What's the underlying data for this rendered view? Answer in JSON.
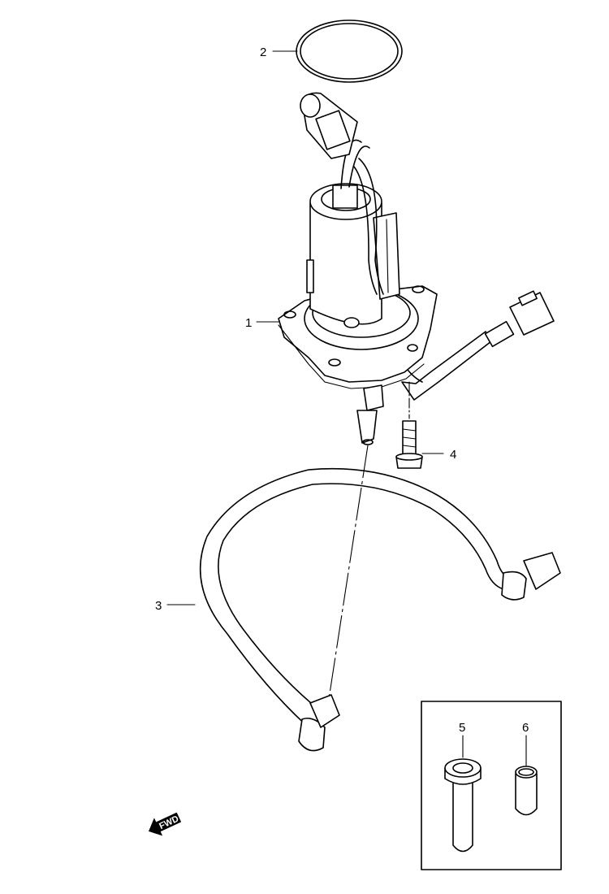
{
  "callouts": [
    {
      "id": "pump",
      "label": "1"
    },
    {
      "id": "o-ring",
      "label": "2"
    },
    {
      "id": "fuel-hose",
      "label": "3"
    },
    {
      "id": "bolt",
      "label": "4"
    },
    {
      "id": "insert-large",
      "label": "5"
    },
    {
      "id": "insert-small",
      "label": "6"
    }
  ],
  "fwd_label": "FWD",
  "line_color": "#000000",
  "background_color": "#ffffff"
}
